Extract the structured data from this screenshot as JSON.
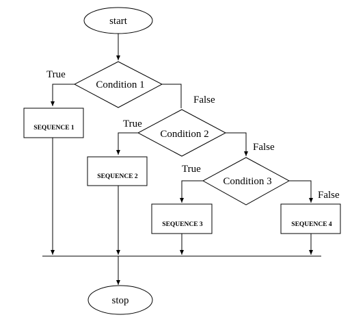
{
  "diagram": {
    "nodes": {
      "start": "start",
      "condition1": "Condition 1",
      "condition2": "Condition 2",
      "condition3": "Condition 3",
      "sequence1": "SEQUENCE 1",
      "sequence2": "SEQUENCE 2",
      "sequence3": "SEQUENCE 3",
      "sequence4": "SEQUENCE 4",
      "stop": "stop"
    },
    "branch_labels": {
      "c1_true": "True",
      "c1_false": "False",
      "c2_true": "True",
      "c2_false": "False",
      "c3_true": "True",
      "c3_false": "False"
    },
    "colors": {
      "stroke": "#000000",
      "fill": "#ffffff"
    }
  }
}
